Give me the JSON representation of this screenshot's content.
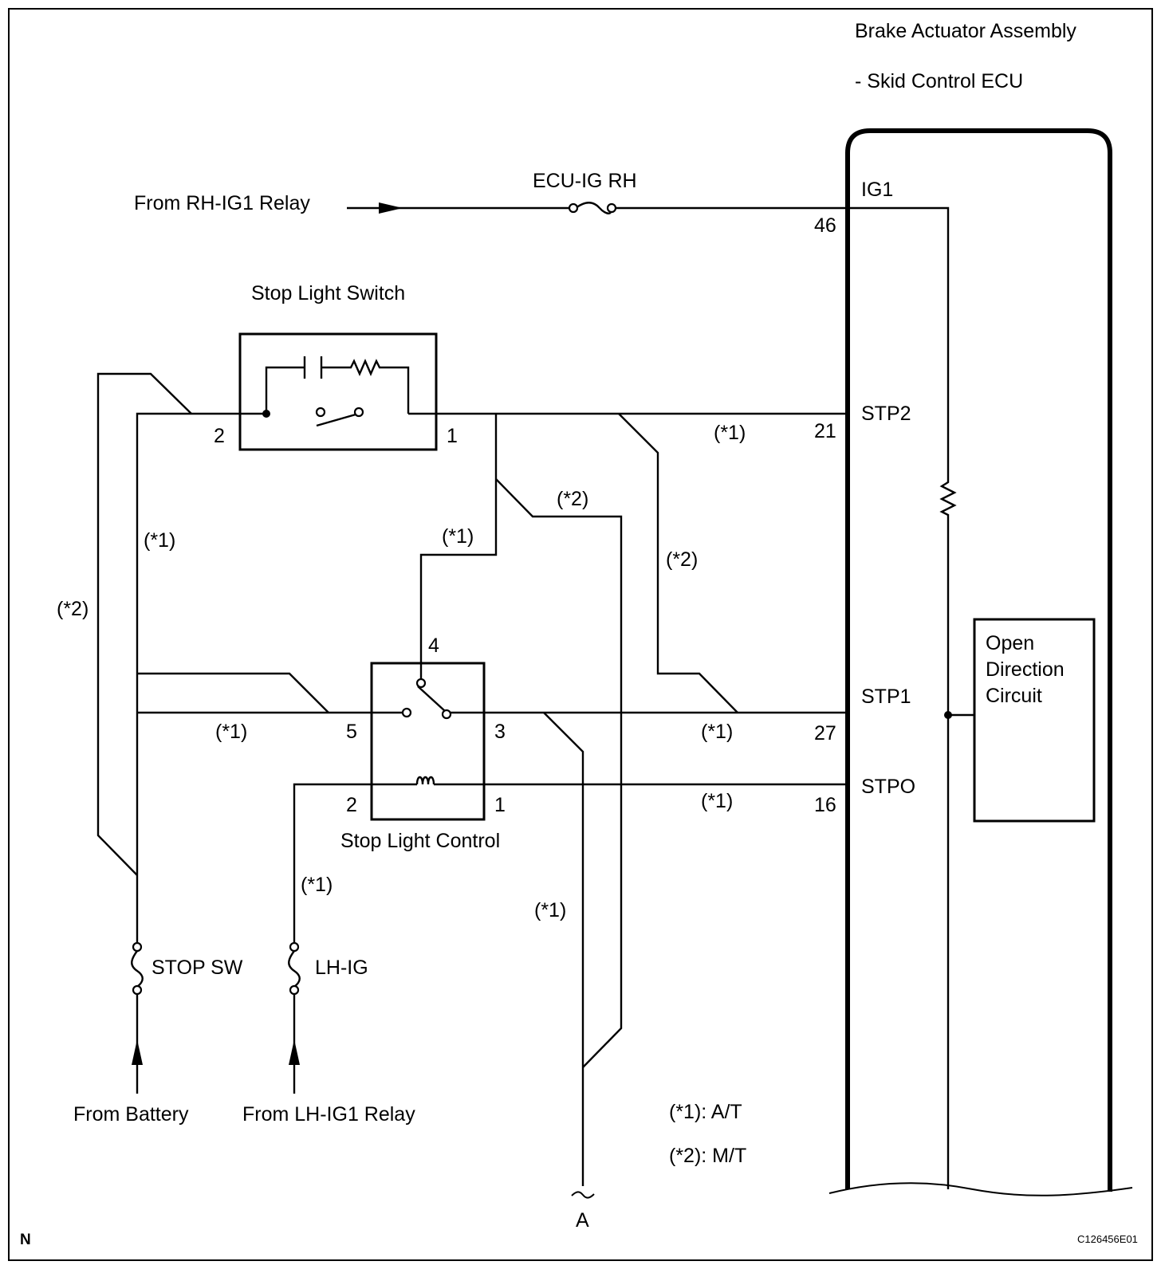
{
  "ecu": {
    "title_line1": "Brake Actuator Assembly",
    "title_line2": "- Skid Control ECU",
    "terminals": {
      "ig1": {
        "name": "IG1",
        "pin": "46"
      },
      "stp2": {
        "name": "STP2",
        "pin": "21"
      },
      "stp1": {
        "name": "STP1",
        "pin": "27"
      },
      "stpo": {
        "name": "STPO",
        "pin": "16"
      }
    },
    "circuit_label": [
      "Open",
      "Direction",
      "Circuit"
    ]
  },
  "sources": {
    "rh_ig1": "From RH-IG1 Relay",
    "battery": "From Battery",
    "lh_ig1": "From LH-IG1 Relay"
  },
  "fuses": {
    "ecu_ig_rh": "ECU-IG RH",
    "stop_sw": "STOP SW",
    "lh_ig": "LH-IG"
  },
  "stop_light_switch": {
    "label": "Stop Light Switch",
    "pin_left": "2",
    "pin_right": "1"
  },
  "stop_light_control": {
    "label": "Stop Light Control",
    "pins": {
      "p4": "4",
      "p5": "5",
      "p3": "3",
      "p2": "2",
      "p1": "1"
    }
  },
  "variants": {
    "at": "(*1)",
    "mt": "(*2)"
  },
  "connector": "A",
  "legend": {
    "at": "(*1): A/T",
    "mt": "(*2): M/T"
  },
  "footer": {
    "corner_mark": "N",
    "code": "C126456E01"
  }
}
